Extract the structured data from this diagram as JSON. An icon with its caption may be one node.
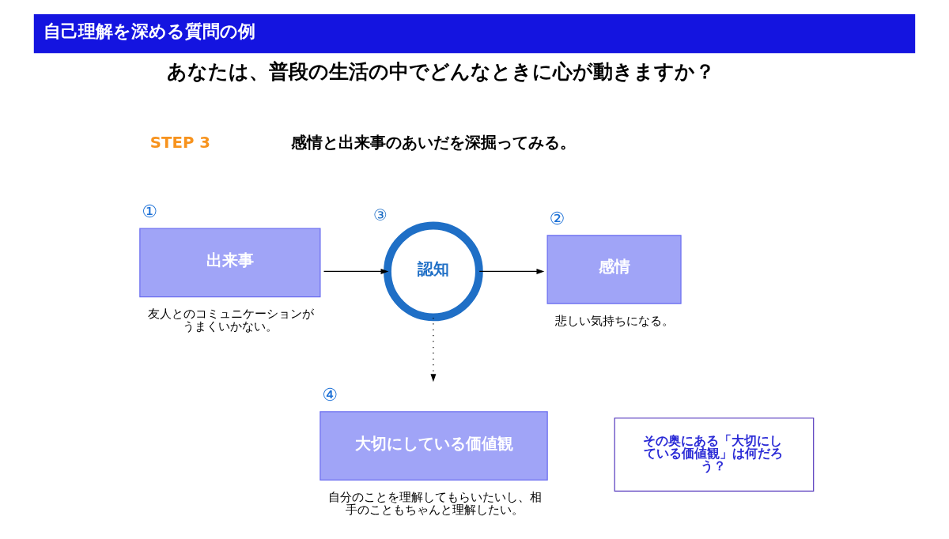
{
  "diagram": {
    "title": "自己理解を深める質問の例",
    "nodes": [
      {
        "text": [
          "出来事"
        ],
        "beside": [
          "①",
          "友人とのコミュニケーションがうまくいかない。"
        ]
      },
      {
        "text": [
          "認知"
        ],
        "beside": [
          "③"
        ]
      },
      {
        "text": [
          "感情"
        ],
        "beside": [
          "②",
          "悲しい気持ちになる。"
        ]
      },
      {
        "text": [
          "大切にしている価値観"
        ],
        "beside": [
          "④",
          "自分のことを理解してもらいたいし、相手のこともちゃんと理解したい。"
        ]
      },
      {
        "text": [
          "その奥にある「大切にしている価値観」は何だろう？"
        ]
      }
    ],
    "edges": [
      {
        "from": 0,
        "to": 1,
        "arrow": "to"
      },
      {
        "from": 1,
        "to": 2,
        "arrow": "to"
      },
      {
        "from": 1,
        "to": 3,
        "arrow": "to",
        "style": "dashed"
      }
    ],
    "labels": [
      "あなたは、普段の生活の中でどんなときに心が動きますか？",
      "STEP 3",
      "感情と出来事のあいだを深掘ってみる。"
    ]
  }
}
